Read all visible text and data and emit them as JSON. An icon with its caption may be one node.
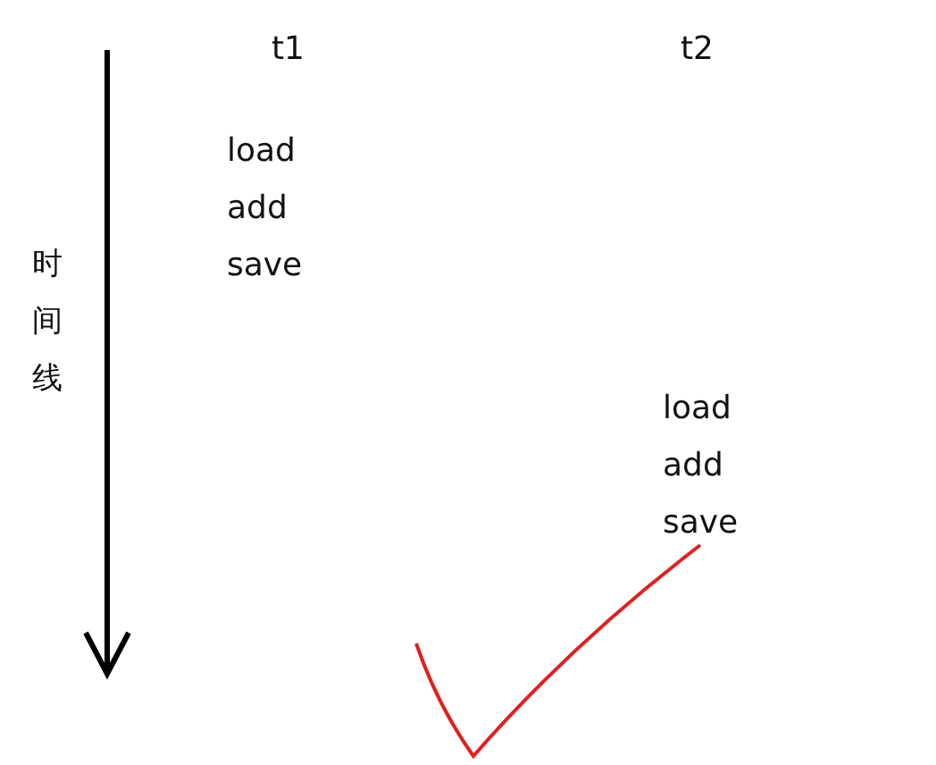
{
  "diagram": {
    "labels": [
      "t1",
      "t2",
      "load",
      "add",
      "save",
      "时间线",
      "load",
      "add",
      "save"
    ]
  }
}
